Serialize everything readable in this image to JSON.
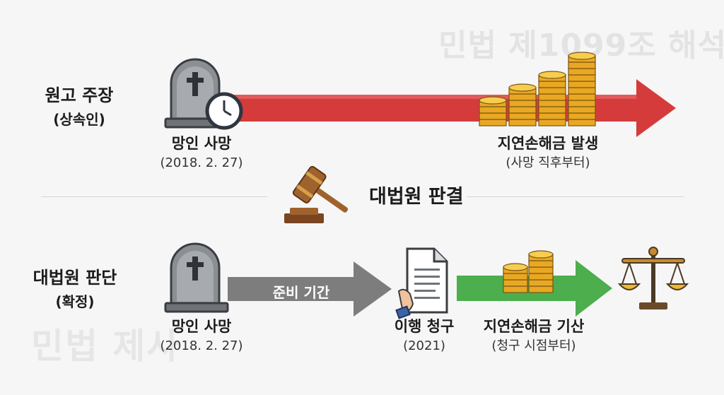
{
  "watermark_top": "민법 제1099조 해석",
  "watermark_bottom": "민법 제사",
  "top_row": {
    "label": "원고 주장",
    "sublabel": "(상속인)",
    "start_title": "망인 사망",
    "start_date": "(2018. 2. 27)",
    "end_title": "지연손해금 발생",
    "end_sub": "(사망 직후부터)"
  },
  "judgement_title": "대법원 판결",
  "bottom_row": {
    "label": "대법원 판단",
    "sublabel": "(확정)",
    "start_title": "망인 사망",
    "start_date": "(2018. 2. 27)",
    "prep_label": "준비 기간",
    "claim_title": "이행 청구",
    "claim_year": "(2021)",
    "end_title": "지연손해금 기산",
    "end_sub": "(청구 시점부터)"
  },
  "colors": {
    "red_arrow": "#d63b3b",
    "grey_arrow": "#7d7d7d",
    "green_arrow": "#4cae4c",
    "coin": "#f0b730",
    "gavel": "#a0622d"
  },
  "icons": [
    "tombstone-icon",
    "clock-icon",
    "coin-stack-icon",
    "gavel-icon",
    "document-icon",
    "balance-scale-icon"
  ]
}
